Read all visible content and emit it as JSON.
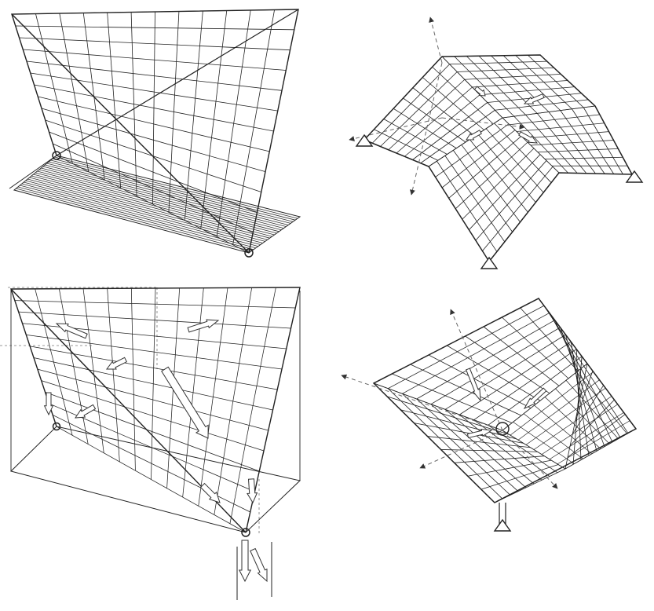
{
  "figure": {
    "panels": [
      {
        "id": "hypar-support",
        "description_visible_text": ""
      },
      {
        "id": "groin-vault",
        "description_visible_text": ""
      },
      {
        "id": "hypar-force-flow",
        "description_visible_text": ""
      },
      {
        "id": "inverted-umbrella",
        "description_visible_text": ""
      }
    ],
    "colors": {
      "line": "#222222",
      "light_line": "#555555",
      "dashed": "#666666",
      "background": "#ffffff"
    }
  }
}
